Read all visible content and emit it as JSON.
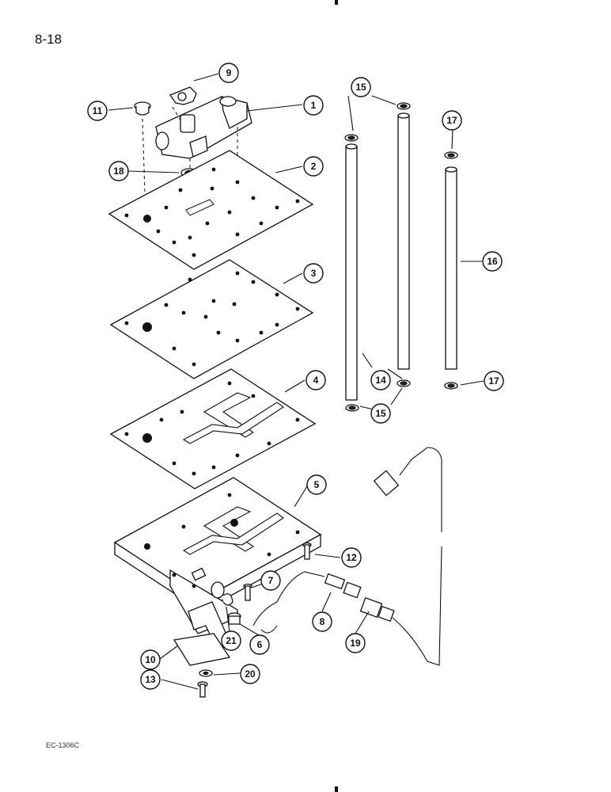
{
  "page": {
    "number": "8-18",
    "figure_code": "EC-1306C"
  },
  "callouts": [
    {
      "num": "1"
    },
    {
      "num": "2"
    },
    {
      "num": "3"
    },
    {
      "num": "4"
    },
    {
      "num": "5"
    },
    {
      "num": "6"
    },
    {
      "num": "7"
    },
    {
      "num": "8"
    },
    {
      "num": "9"
    },
    {
      "num": "10"
    },
    {
      "num": "11"
    },
    {
      "num": "12"
    },
    {
      "num": "13"
    },
    {
      "num": "14"
    },
    {
      "num": "15"
    },
    {
      "num": "15"
    },
    {
      "num": "16"
    },
    {
      "num": "17"
    },
    {
      "num": "17"
    },
    {
      "num": "18"
    },
    {
      "num": "19"
    },
    {
      "num": "20"
    },
    {
      "num": "21"
    }
  ]
}
